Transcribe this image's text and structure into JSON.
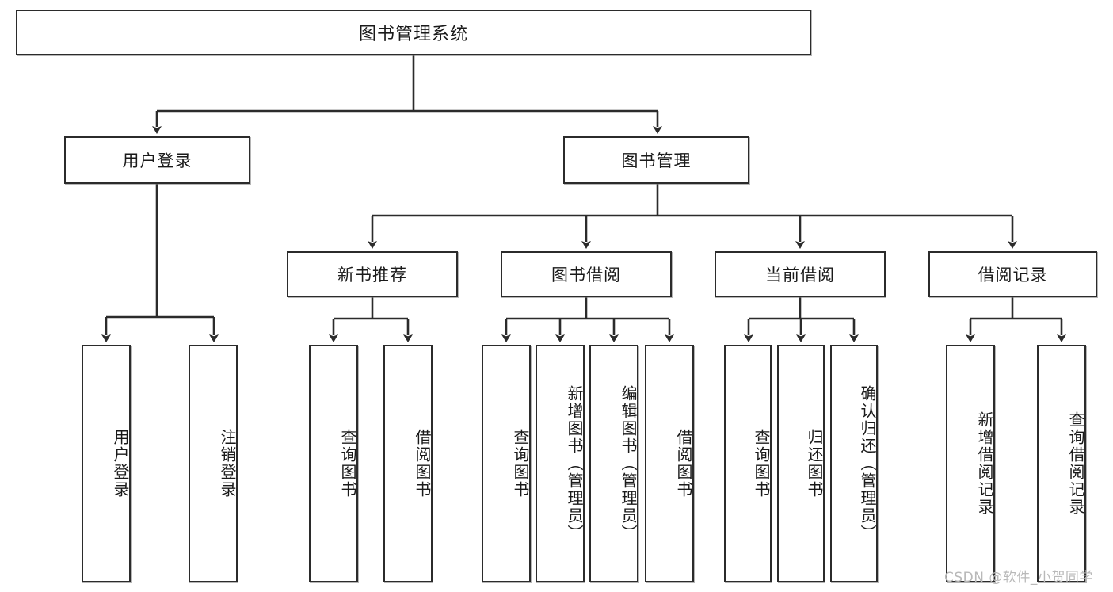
{
  "diagram": {
    "type": "tree",
    "title": "图书管理系统",
    "colors": {
      "stroke": "#2b2b2b",
      "fill": "#ffffff",
      "text": "#1a1a1a",
      "watermark": "#b9b9b9"
    },
    "levels": {
      "root": {
        "label": "图书管理系统"
      },
      "level2": [
        {
          "label": "用户登录"
        },
        {
          "label": "图书管理"
        }
      ],
      "level3": [
        {
          "label": "新书推荐"
        },
        {
          "label": "图书借阅"
        },
        {
          "label": "当前借阅"
        },
        {
          "label": "借阅记录"
        }
      ],
      "leaves": [
        {
          "label": "用户登录",
          "parent": "用户登录"
        },
        {
          "label": "注销登录",
          "parent": "用户登录"
        },
        {
          "label": "查询图书",
          "parent": "新书推荐"
        },
        {
          "label": "借阅图书",
          "parent": "新书推荐"
        },
        {
          "label": "查询图书",
          "parent": "图书借阅"
        },
        {
          "label": "新增图书（管理员）",
          "parent": "图书借阅"
        },
        {
          "label": "编辑图书（管理员）",
          "parent": "图书借阅"
        },
        {
          "label": "借阅图书",
          "parent": "图书借阅"
        },
        {
          "label": "查询图书",
          "parent": "当前借阅"
        },
        {
          "label": "归还图书",
          "parent": "当前借阅"
        },
        {
          "label": "确认归还（管理员）",
          "parent": "当前借阅"
        },
        {
          "label": "新增借阅记录",
          "parent": "借阅记录"
        },
        {
          "label": "查询借阅记录",
          "parent": "借阅记录"
        }
      ]
    },
    "edges": [
      {
        "from": "图书管理系统",
        "to": "用户登录"
      },
      {
        "from": "图书管理系统",
        "to": "图书管理"
      },
      {
        "from": "用户登录",
        "to": "用户登录"
      },
      {
        "from": "用户登录",
        "to": "注销登录"
      },
      {
        "from": "图书管理",
        "to": "新书推荐"
      },
      {
        "from": "图书管理",
        "to": "图书借阅"
      },
      {
        "from": "图书管理",
        "to": "当前借阅"
      },
      {
        "from": "图书管理",
        "to": "借阅记录"
      },
      {
        "from": "新书推荐",
        "to": "查询图书"
      },
      {
        "from": "新书推荐",
        "to": "借阅图书"
      },
      {
        "from": "图书借阅",
        "to": "查询图书"
      },
      {
        "from": "图书借阅",
        "to": "新增图书（管理员）"
      },
      {
        "from": "图书借阅",
        "to": "编辑图书（管理员）"
      },
      {
        "from": "图书借阅",
        "to": "借阅图书"
      },
      {
        "from": "当前借阅",
        "to": "查询图书"
      },
      {
        "from": "当前借阅",
        "to": "归还图书"
      },
      {
        "from": "当前借阅",
        "to": "确认归还（管理员）"
      },
      {
        "from": "借阅记录",
        "to": "新增借阅记录"
      },
      {
        "from": "借阅记录",
        "to": "查询借阅记录"
      }
    ]
  },
  "watermark": {
    "text": "CSDN @软件_小贺同学"
  }
}
